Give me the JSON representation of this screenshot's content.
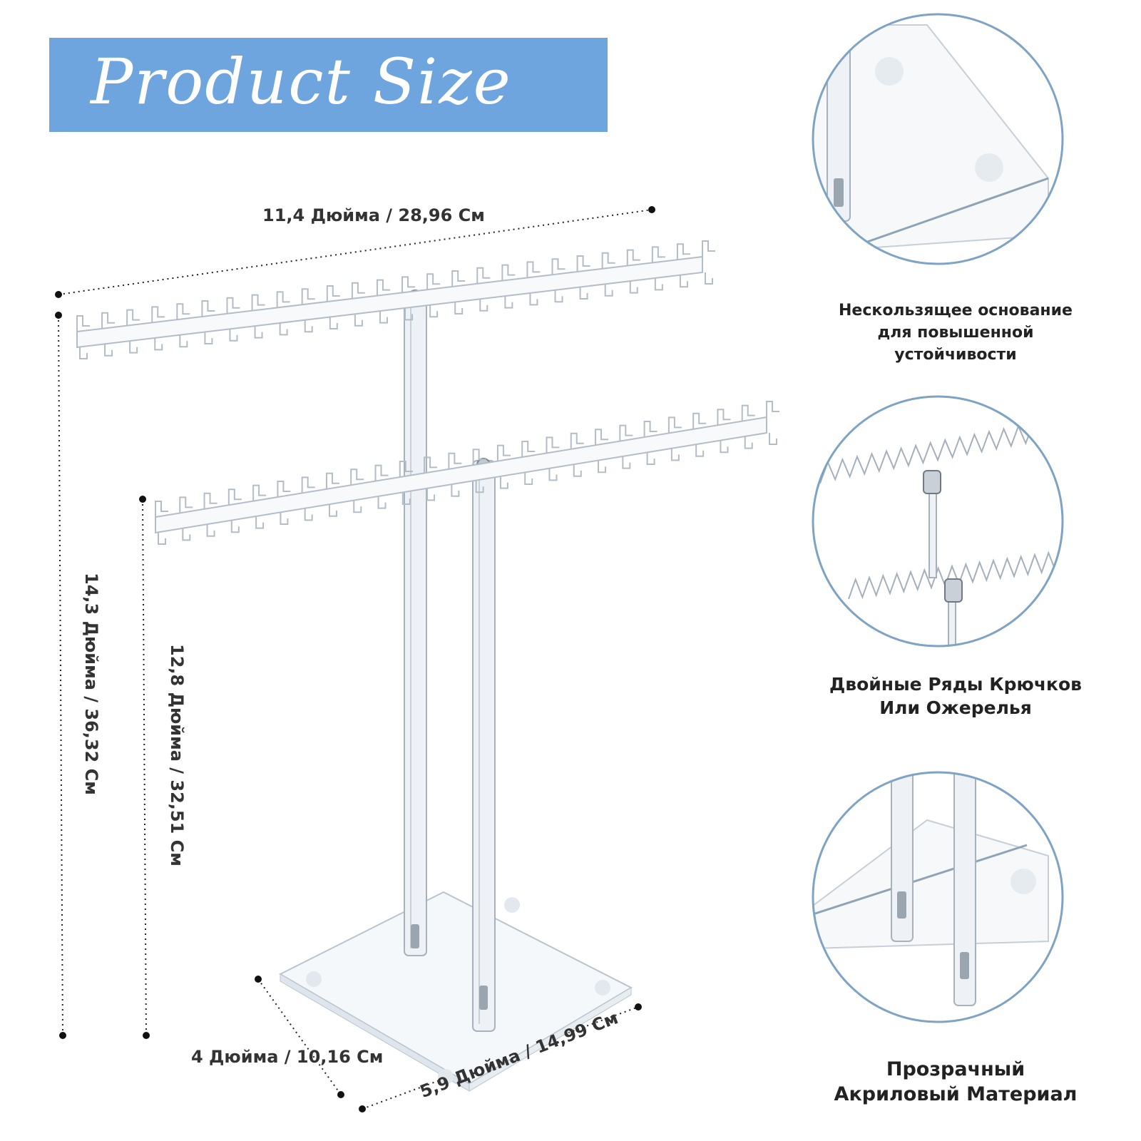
{
  "banner": {
    "title": "Product Size"
  },
  "dimensions": {
    "top_width": "11,4 Дюйма / 28,96 См",
    "total_height": "14,3 Дюйма / 36,32 См",
    "lower_height": "12,8 Дюйма / 32,51 См",
    "base_depth": "4 Дюйма / 10,16 См",
    "base_width": "5,9 Дюйма / 14,99 См"
  },
  "features": [
    {
      "lines": [
        "Нескользящее основание",
        "для повышенной",
        "устойчивости"
      ],
      "icon": "base-corner-closeup"
    },
    {
      "lines": [
        "Двойные Ряды Крючков",
        "Или Ожерелья"
      ],
      "icon": "hook-rows-closeup"
    },
    {
      "lines": [
        "Прозрачный",
        "Акриловый Материал"
      ],
      "icon": "acrylic-poles-closeup"
    }
  ],
  "colors": {
    "banner": "#6fa5de",
    "circle_ring": "#7fa3c4",
    "dimension_dots": "#111111"
  }
}
